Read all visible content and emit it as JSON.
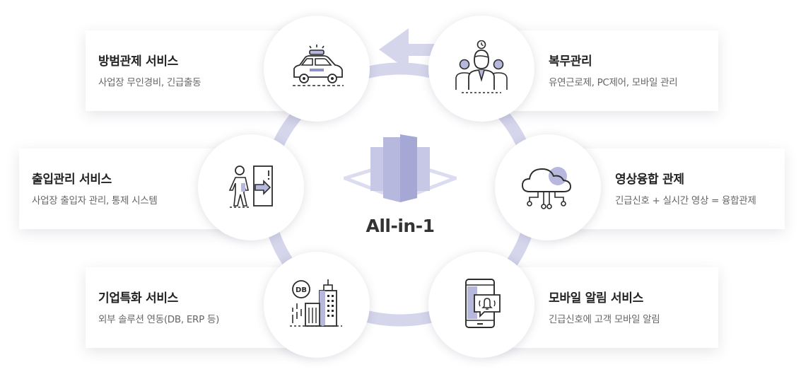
{
  "center": {
    "label": "All-in-1"
  },
  "services": [
    {
      "id": "security",
      "title": "방범관제 서비스",
      "desc": "사업장 무인경비, 긴급출동",
      "icon": "police-car-icon"
    },
    {
      "id": "access",
      "title": "출입관리 서비스",
      "desc": "사업장 출입자 관리, 통제 시스템",
      "icon": "door-entry-icon"
    },
    {
      "id": "integration",
      "title": "기업특화 서비스",
      "desc": "외부 솔루션 연동(DB, ERP 등)",
      "icon": "db-building-icon"
    },
    {
      "id": "attendance",
      "title": "복무관리",
      "desc": "유연근로제, PC제어, 모바일 관리",
      "icon": "staff-clock-icon"
    },
    {
      "id": "video",
      "title": "영상융합 관제",
      "desc": "긴급신호 + 실시간 영상 = 융합관제",
      "icon": "cloud-network-icon"
    },
    {
      "id": "mobile-alert",
      "title": "모바일 알림 서비스",
      "desc": "긴급신호에 고객 모바일 알림",
      "icon": "mobile-alarm-icon"
    }
  ],
  "colors": {
    "ring": "#d5d6ec",
    "accent": "#b6b8de",
    "accent_dark": "#8f92c8",
    "line": "#2b2b2b"
  }
}
